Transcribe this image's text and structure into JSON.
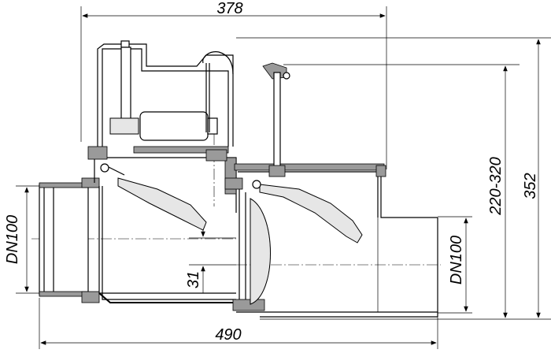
{
  "dimensions": {
    "top_width": "378",
    "bottom_width": "490",
    "height_total": "352",
    "height_range": "220-320",
    "inlet_dn": "DN100",
    "outlet_dn": "DN100",
    "offset": "31"
  }
}
